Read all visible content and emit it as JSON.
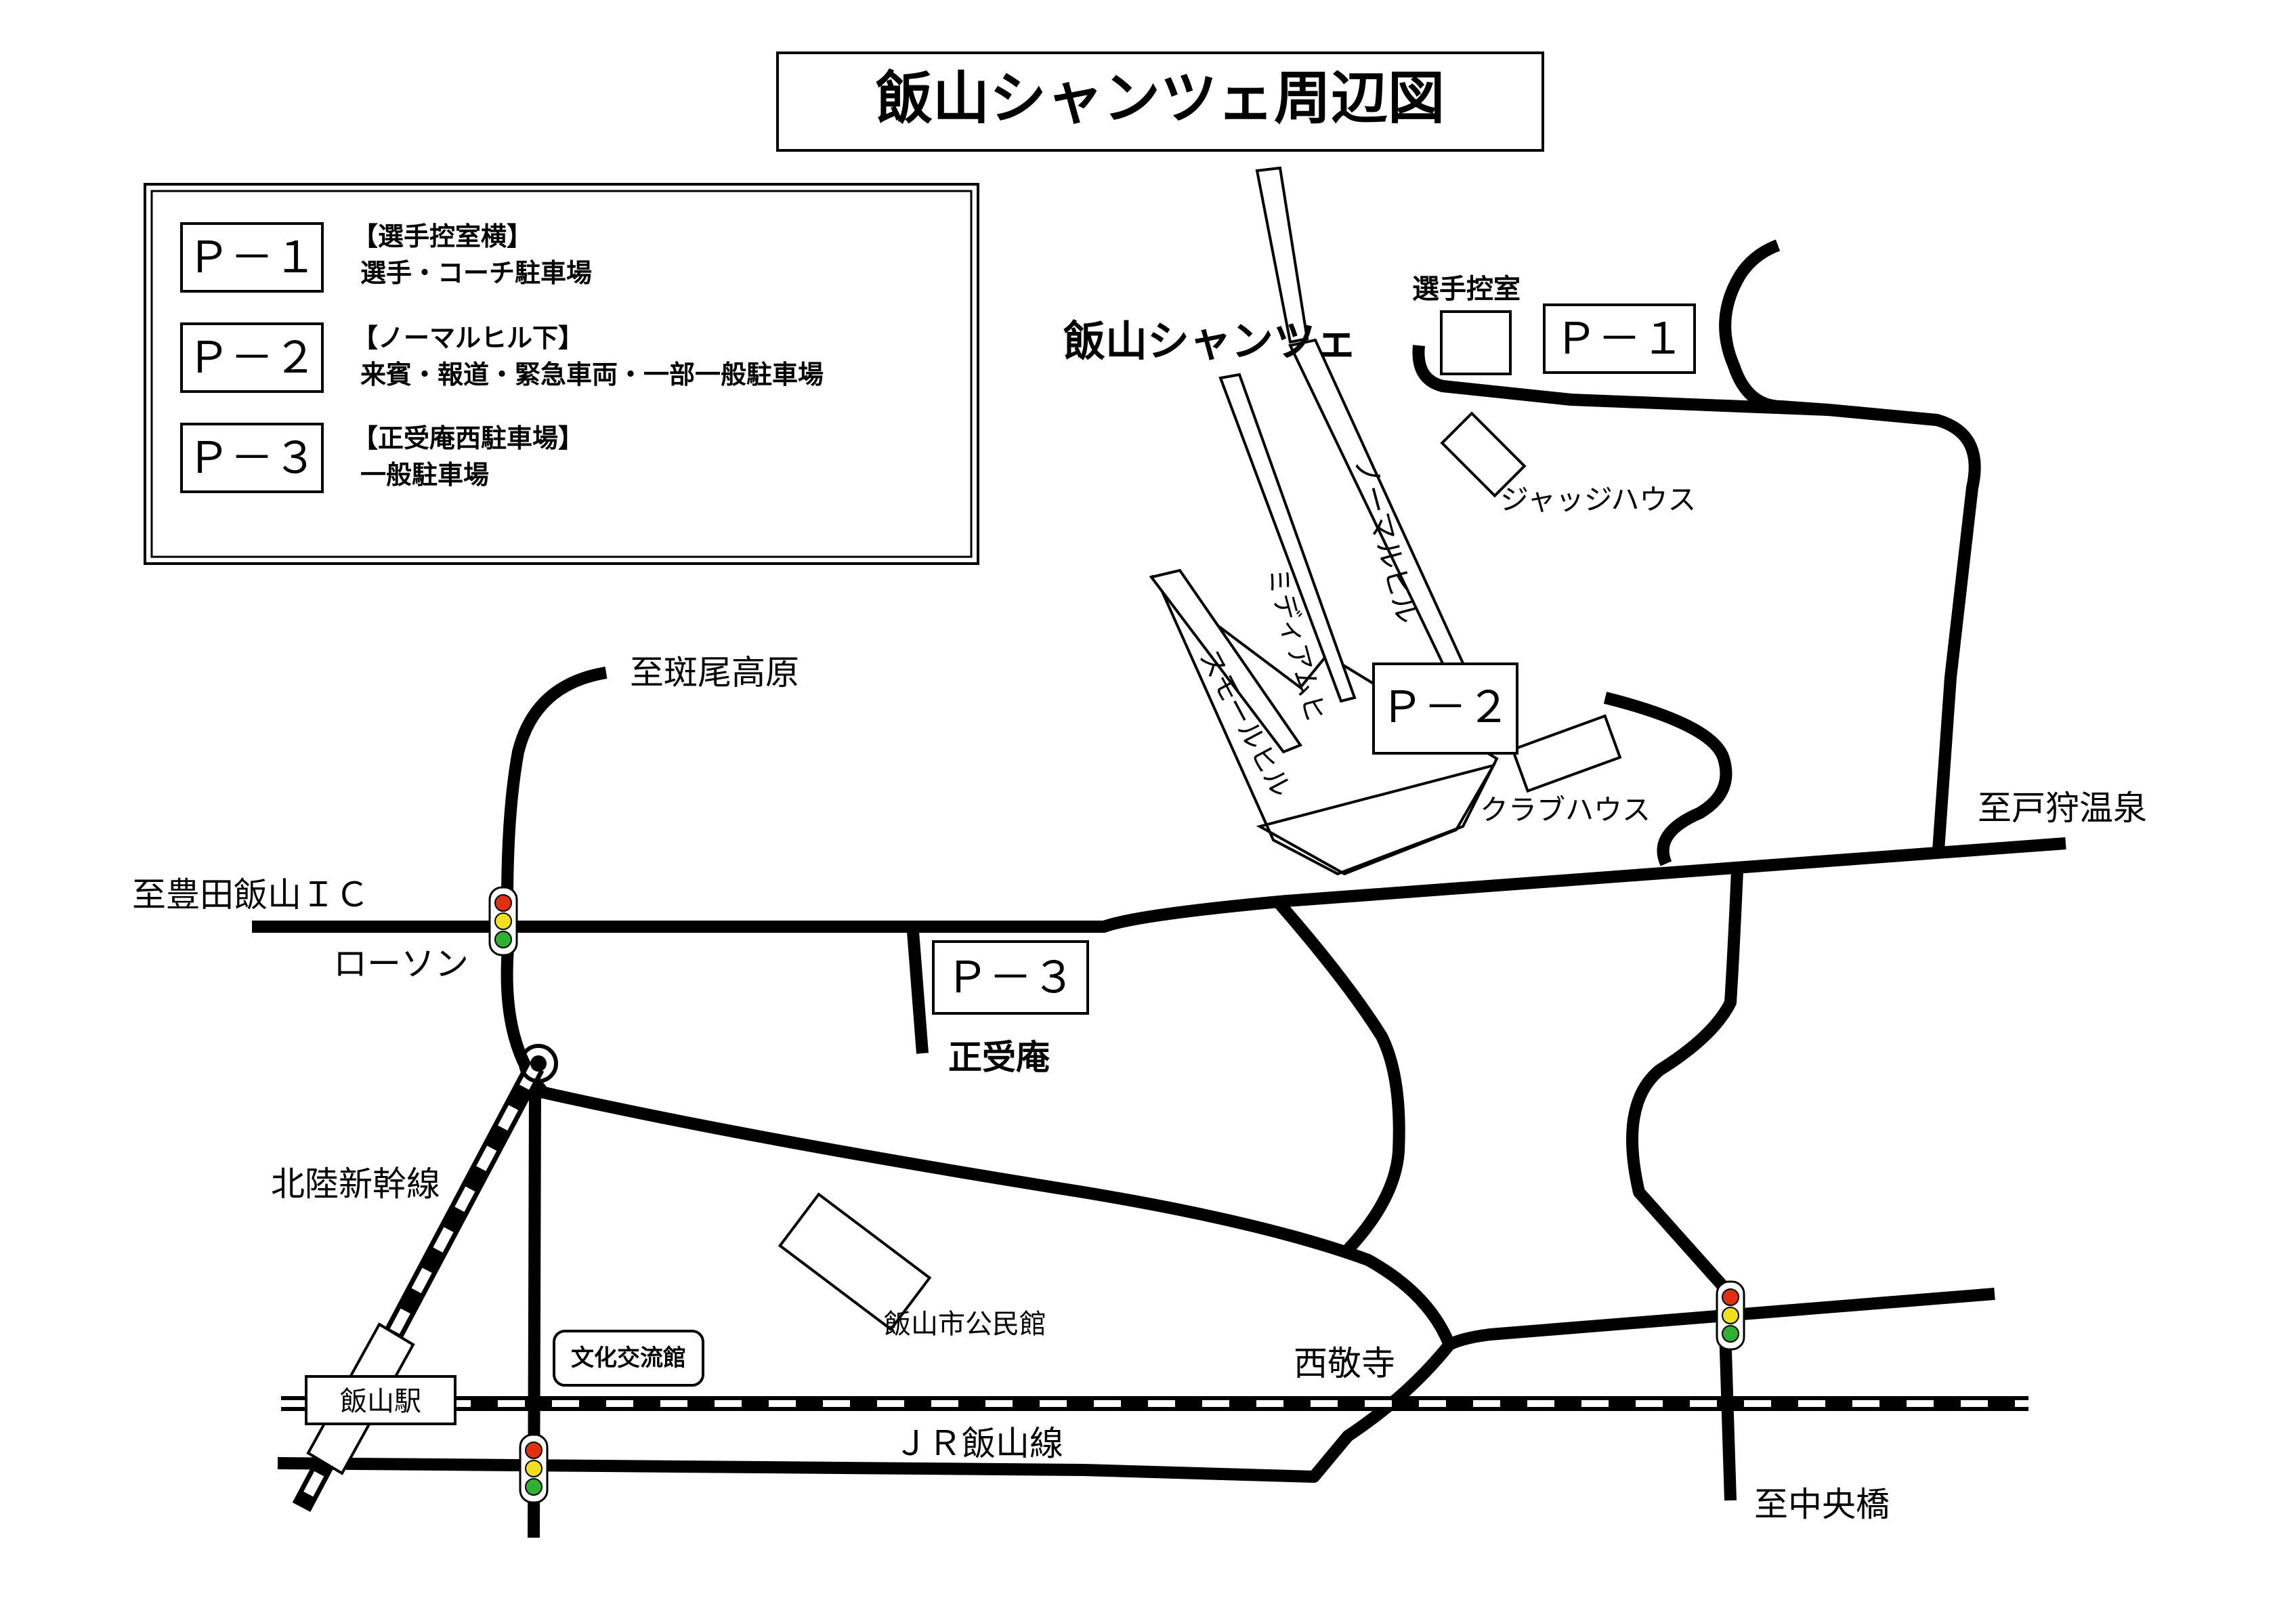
{
  "title": "飯山シャンツェ周辺図",
  "legend": [
    {
      "code": "Ｐ－１",
      "name": "【選手控室横】",
      "desc": "選手・コーチ駐車場"
    },
    {
      "code": "Ｐ－２",
      "name": "【ノーマルヒル下】",
      "desc": "来賓・報道・緊急車両・一部一般駐車場"
    },
    {
      "code": "Ｐ－３",
      "name": "【正受庵西駐車場】",
      "desc": "一般駐車場"
    }
  ],
  "labels": {
    "jump_site": "飯山シャンツェ",
    "waiting_room": "選手控室",
    "p1": "Ｐ－１",
    "p2": "Ｐ－２",
    "p3": "Ｐ－３",
    "judge_house": "ジャッジハウス",
    "club_house": "クラブハウス",
    "normal_hill": "ノーマルヒル",
    "medium_hill": "ミディアムヒ",
    "small_hill": "スモールヒル",
    "to_madarao": "至斑尾高原",
    "to_toyota_ic": "至豊田飯山ＩＣ",
    "lawson": "ローソン",
    "shojuan": "正受庵",
    "to_togari": "至戸狩温泉",
    "hokuriku_shinkansen": "北陸新幹線",
    "community_hall": "飯山市公民館",
    "culture_center": "文化交流館",
    "saikyoji": "西敬寺",
    "iiyama_station": "飯山駅",
    "jr_line": "ＪＲ飯山線",
    "to_chuo_bridge": "至中央橋"
  },
  "colors": {
    "signal_red": "#e03010",
    "signal_yellow": "#f0e020",
    "signal_green": "#30b030",
    "line": "#000000",
    "background": "#ffffff"
  }
}
